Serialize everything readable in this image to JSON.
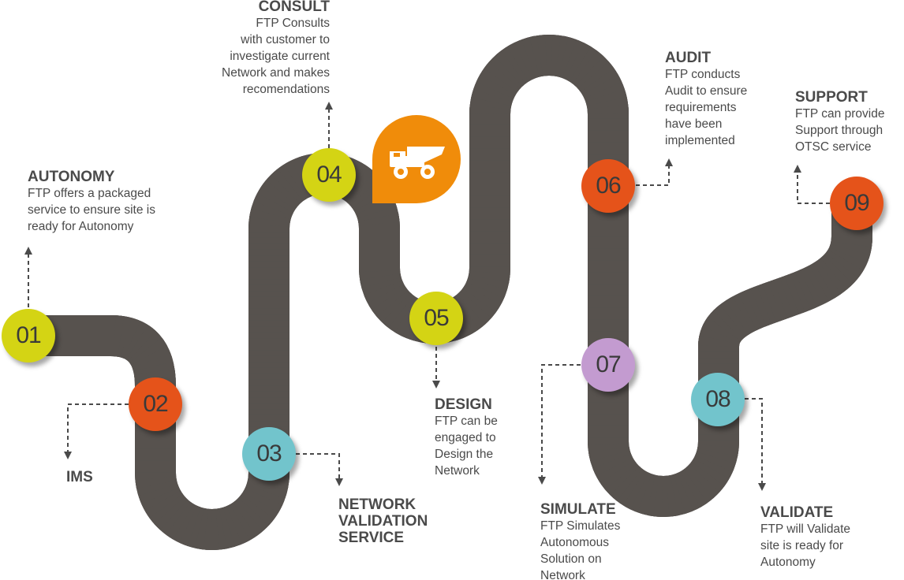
{
  "colors": {
    "road": "#57524e",
    "green": "#d4d414",
    "red": "#e5531a",
    "teal": "#72c4cc",
    "purple": "#c39bd0",
    "orange": "#f08c0a"
  },
  "badge_icon": "dump-truck-icon",
  "steps": [
    {
      "num": "01",
      "title": "AUTONOMY",
      "desc": [
        "FTP offers a packaged",
        "service to ensure site is",
        "ready for Autonomy"
      ]
    },
    {
      "num": "02",
      "title": "IMS",
      "desc": []
    },
    {
      "num": "03",
      "title": "NETWORK VALIDATION SERVICE",
      "title_lines": [
        "NETWORK",
        "VALIDATION",
        "SERVICE"
      ],
      "desc": []
    },
    {
      "num": "04",
      "title": "CONSULT",
      "desc": [
        "FTP Consults",
        "with customer to",
        "investigate current",
        "Network and makes",
        "recomendations"
      ]
    },
    {
      "num": "05",
      "title": "DESIGN",
      "desc": [
        "FTP can be",
        "engaged to",
        "Design the",
        "Network"
      ]
    },
    {
      "num": "06",
      "title": "AUDIT",
      "desc": [
        "FTP conducts",
        "Audit to ensure",
        "requirements",
        "have been",
        "implemented"
      ]
    },
    {
      "num": "07",
      "title": "SIMULATE",
      "desc": [
        "FTP Simulates",
        "Autonomous",
        "Solution on",
        "Network"
      ]
    },
    {
      "num": "08",
      "title": "VALIDATE",
      "desc": [
        "FTP will Validate",
        "site is ready for",
        "Autonomy"
      ]
    },
    {
      "num": "09",
      "title": "SUPPORT",
      "desc": [
        "FTP can provide",
        "Support through",
        "OTSC service"
      ]
    }
  ]
}
